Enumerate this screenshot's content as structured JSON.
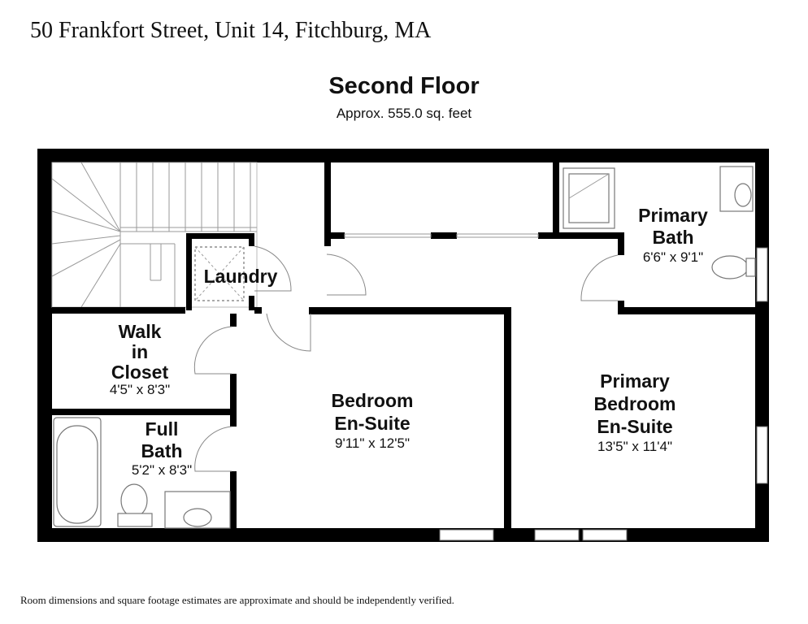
{
  "header": {
    "address": "50 Frankfort Street, Unit 14, Fitchburg, MA",
    "floor_title": "Second Floor",
    "floor_area": "Approx. 555.0 sq. feet"
  },
  "rooms": {
    "laundry": {
      "name": "Laundry"
    },
    "walk_in_closet": {
      "line1": "Walk",
      "line2": "in",
      "line3": "Closet",
      "dims": "4'5\" x 8'3\""
    },
    "full_bath": {
      "line1": "Full",
      "line2": "Bath",
      "dims": "5'2\" x 8'3\""
    },
    "bedroom": {
      "line1": "Bedroom",
      "line2": "En-Suite",
      "dims": "9'11\" x 12'5\""
    },
    "primary_bath": {
      "line1": "Primary",
      "line2": "Bath",
      "dims": "6'6\" x 9'1\""
    },
    "primary_bedroom": {
      "line1": "Primary",
      "line2": "Bedroom",
      "line3": "En-Suite",
      "dims": "13'5\" x 11'4\""
    }
  },
  "footer": {
    "disclaimer": "Room dimensions and square footage estimates are approximate and should be independently verified."
  }
}
